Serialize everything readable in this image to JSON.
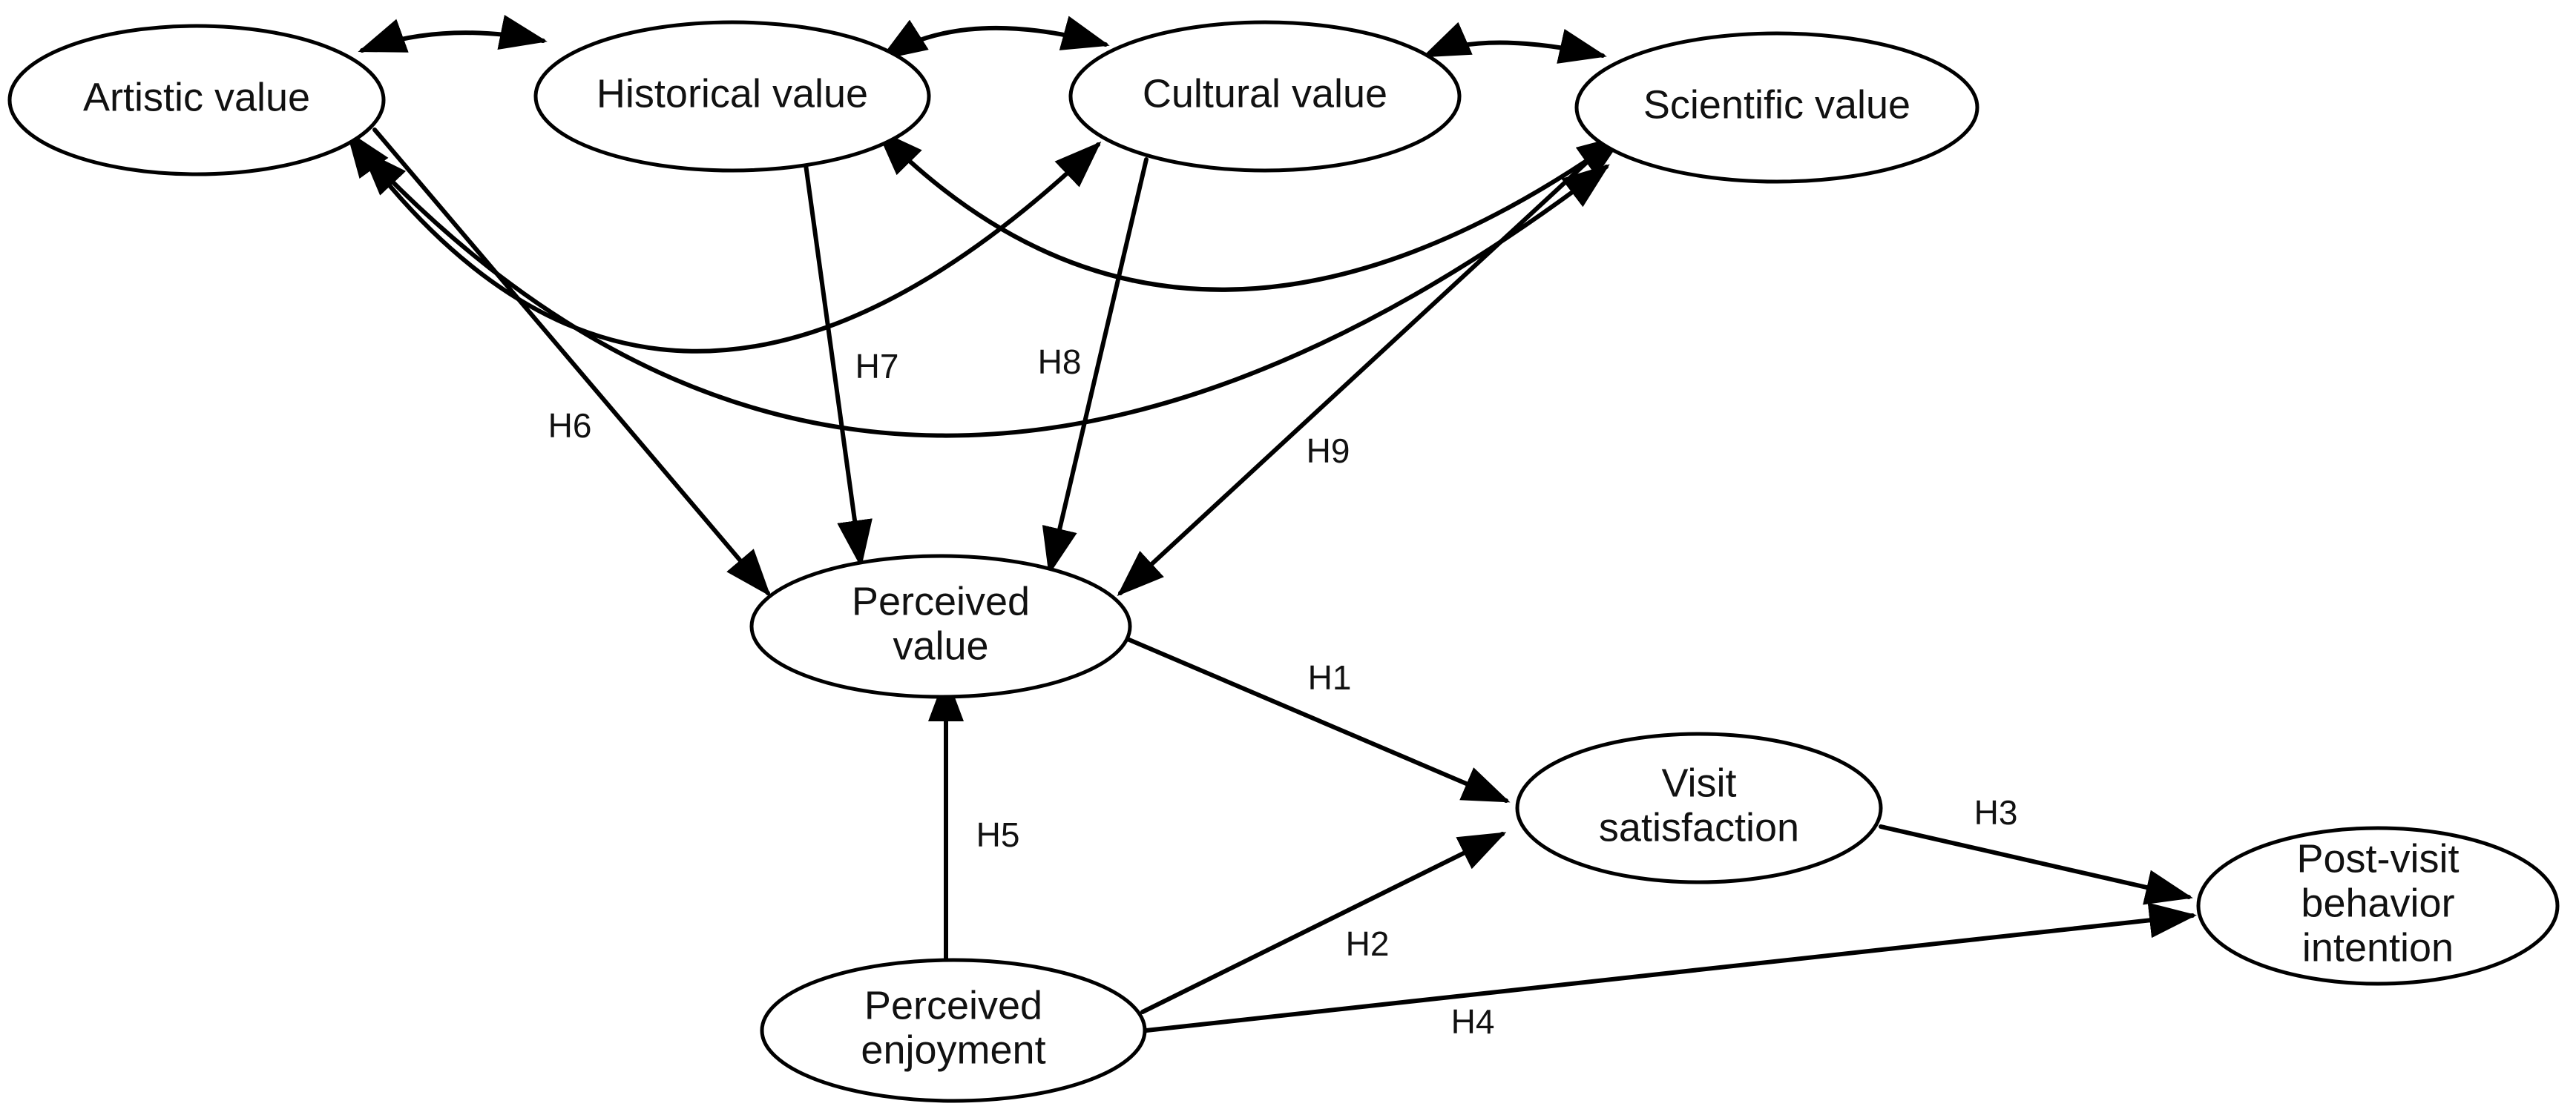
{
  "nodes": [
    {
      "id": "artistic",
      "lines": [
        "Artistic value"
      ]
    },
    {
      "id": "historical",
      "lines": [
        "Historical value"
      ]
    },
    {
      "id": "cultural",
      "lines": [
        "Cultural value"
      ]
    },
    {
      "id": "scientific",
      "lines": [
        "Scientific value"
      ]
    },
    {
      "id": "perceived-value",
      "lines": [
        "Perceived",
        "value"
      ]
    },
    {
      "id": "visit-satisfaction",
      "lines": [
        "Visit",
        "satisfaction"
      ]
    },
    {
      "id": "post-visit",
      "lines": [
        "Post-visit",
        "behavior",
        "intention"
      ]
    },
    {
      "id": "perceived-enjoyment",
      "lines": [
        "Perceived",
        "enjoyment"
      ]
    }
  ],
  "hypotheses": [
    {
      "id": "H1",
      "label": "H1",
      "from": "perceived-value",
      "to": "visit-satisfaction"
    },
    {
      "id": "H2",
      "label": "H2",
      "from": "perceived-enjoyment",
      "to": "visit-satisfaction"
    },
    {
      "id": "H3",
      "label": "H3",
      "from": "visit-satisfaction",
      "to": "post-visit"
    },
    {
      "id": "H4",
      "label": "H4",
      "from": "perceived-enjoyment",
      "to": "post-visit"
    },
    {
      "id": "H5",
      "label": "H5",
      "from": "perceived-enjoyment",
      "to": "perceived-value"
    },
    {
      "id": "H6",
      "label": "H6",
      "from": "artistic",
      "to": "perceived-value"
    },
    {
      "id": "H7",
      "label": "H7",
      "from": "historical",
      "to": "perceived-value"
    },
    {
      "id": "H8",
      "label": "H8",
      "from": "cultural",
      "to": "perceived-value"
    },
    {
      "id": "H9",
      "label": "H9",
      "from": "scientific",
      "to": "perceived-value"
    }
  ],
  "correlations": [
    {
      "id": "artistic-historical",
      "from": "artistic",
      "to": "historical"
    },
    {
      "id": "historical-cultural",
      "from": "historical",
      "to": "cultural"
    },
    {
      "id": "cultural-scientific",
      "from": "cultural",
      "to": "scientific"
    },
    {
      "id": "artistic-cultural",
      "from": "artistic",
      "to": "cultural"
    },
    {
      "id": "artistic-scientific",
      "from": "artistic",
      "to": "scientific"
    },
    {
      "id": "historical-scientific",
      "from": "historical",
      "to": "scientific"
    }
  ]
}
